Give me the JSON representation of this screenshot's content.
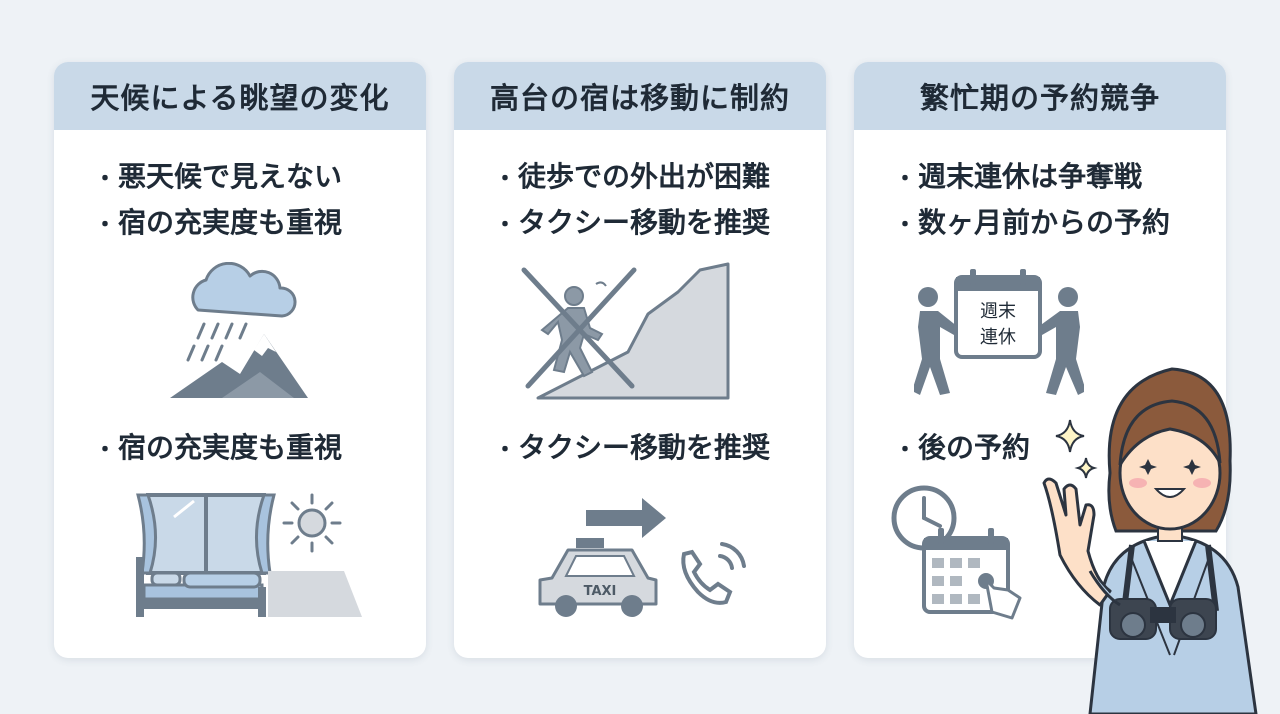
{
  "cards": [
    {
      "title": "天候による眺望の変化",
      "bullets": [
        "悪天候で見えない",
        "宿の充実度も重視"
      ],
      "sub_bullet": "宿の充実度も重視"
    },
    {
      "title": "高台の宿は移動に制約",
      "bullets": [
        "徒歩での外出が困難",
        "タクシー移動を推奨"
      ],
      "sub_bullet": "タクシー移動を推奨",
      "taxi_label": "TAXI"
    },
    {
      "title": "繁忙期の予約競争",
      "bullets": [
        "週末連休は争奪戦",
        "数ヶ月前からの予約"
      ],
      "sub_bullet": "後の予約",
      "calendar_line1": "週末",
      "calendar_line2": "連休"
    }
  ],
  "bullet_mark": "・",
  "colors": {
    "header_bg": "#c9d9e8",
    "icon_gray": "#6e7d8c",
    "icon_blue": "#b7cfe6",
    "text": "#1f2a36"
  },
  "icons": [
    "cloud-rain-icon",
    "mountain-icon",
    "bedroom-window-icon",
    "sun-icon",
    "no-walking-slope-icon",
    "arrow-right-icon",
    "phone-icon",
    "taxi-icon",
    "tug-of-war-icon",
    "calendar-icon",
    "clock-icon",
    "calendar-tap-icon",
    "sparkle-icon",
    "traveler-character"
  ]
}
